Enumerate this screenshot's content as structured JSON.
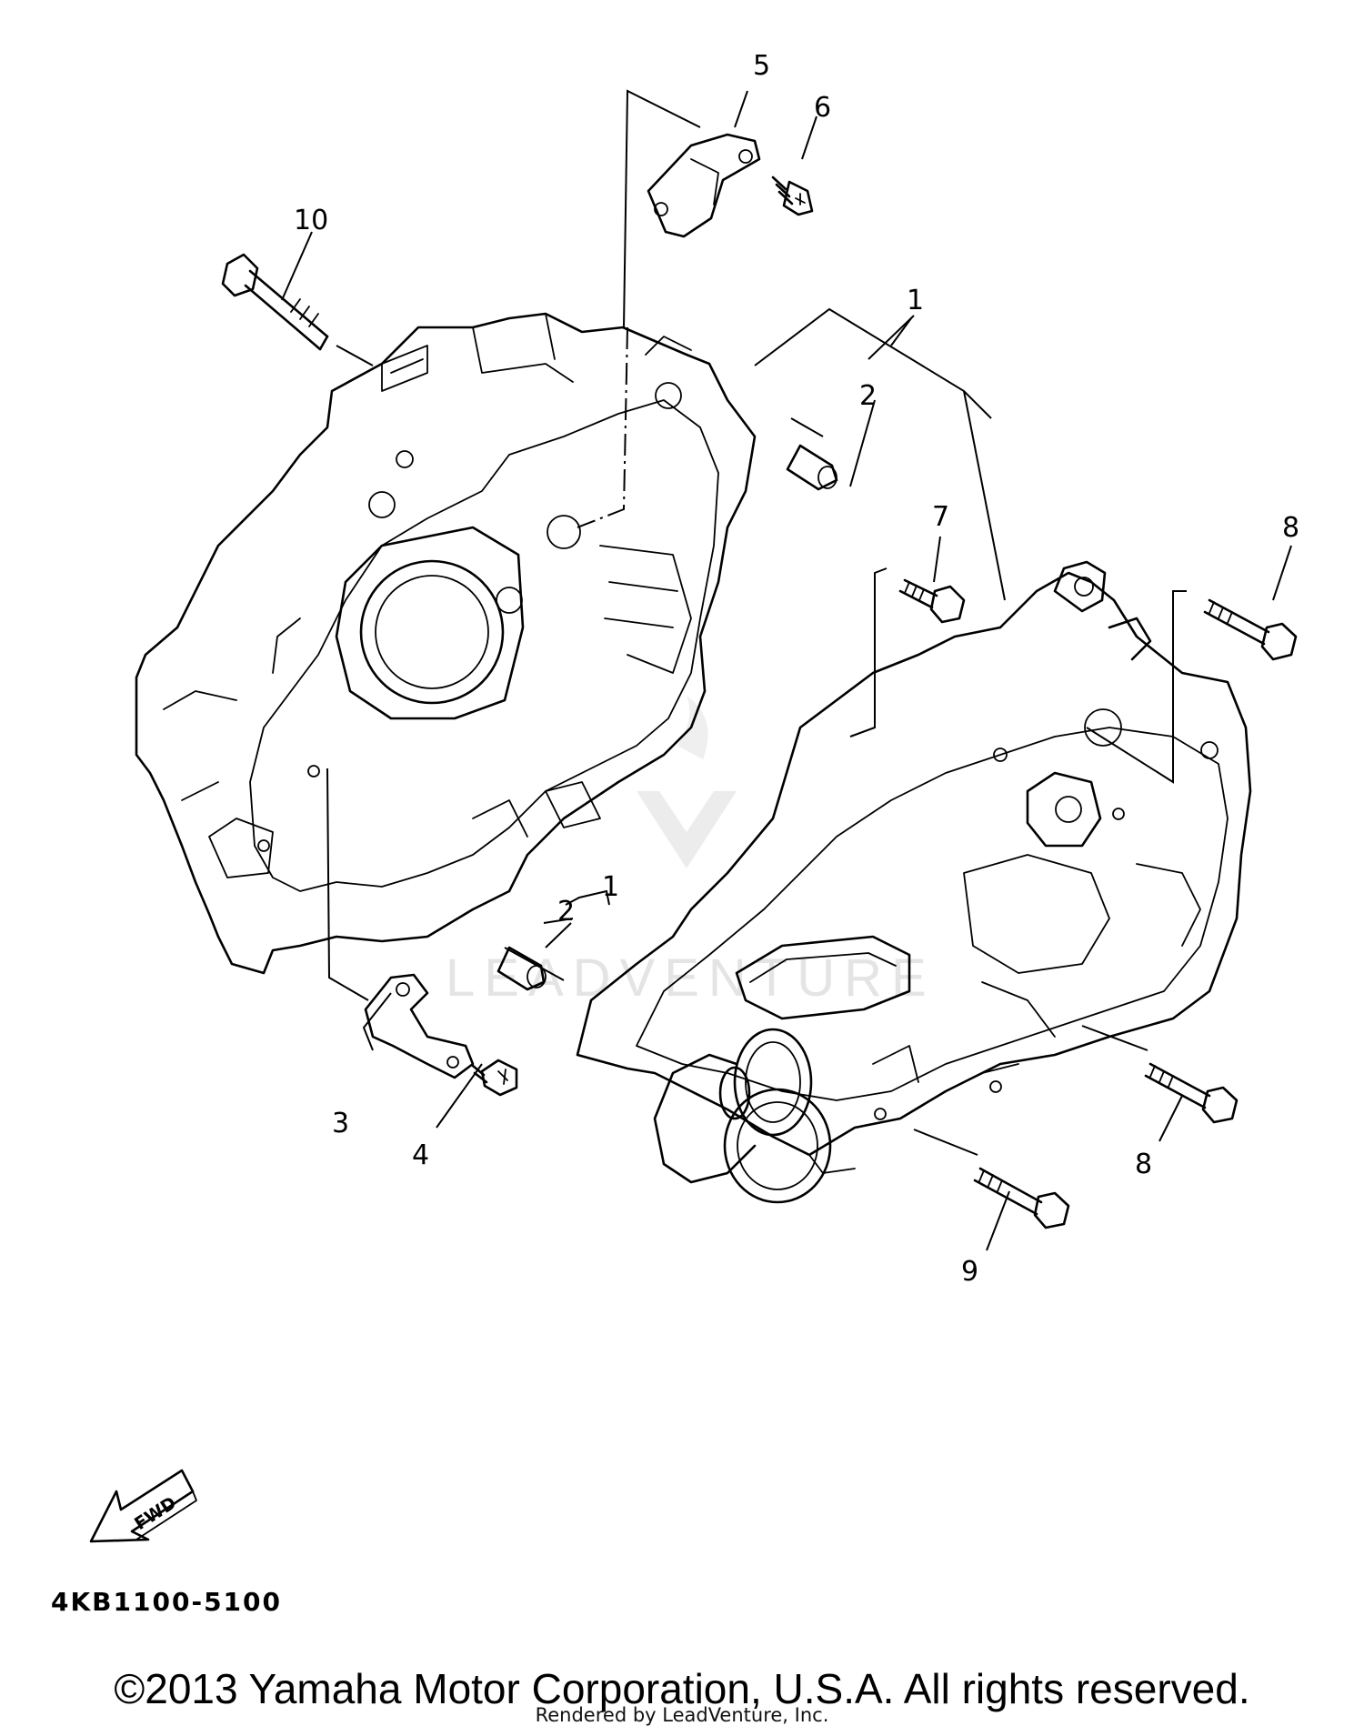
{
  "diagram": {
    "callouts": [
      {
        "id": "c5",
        "text": "5"
      },
      {
        "id": "c6",
        "text": "6"
      },
      {
        "id": "c10",
        "text": "10"
      },
      {
        "id": "c1a",
        "text": "1"
      },
      {
        "id": "c2a",
        "text": "2"
      },
      {
        "id": "c7",
        "text": "7"
      },
      {
        "id": "c8a",
        "text": "8"
      },
      {
        "id": "c1b",
        "text": "1"
      },
      {
        "id": "c2b",
        "text": "2"
      },
      {
        "id": "c3",
        "text": "3"
      },
      {
        "id": "c4",
        "text": "4"
      },
      {
        "id": "c8b",
        "text": "8"
      },
      {
        "id": "c9",
        "text": "9"
      }
    ],
    "fwd_label": "FWD",
    "watermark": "LEADVENTURE",
    "drawing_code": "4KB1100-5100"
  },
  "footer": {
    "copyright": "©2013 Yamaha Motor Corporation, U.S.A. All rights reserved.",
    "rendered_by": "Rendered by LeadVenture, Inc."
  }
}
